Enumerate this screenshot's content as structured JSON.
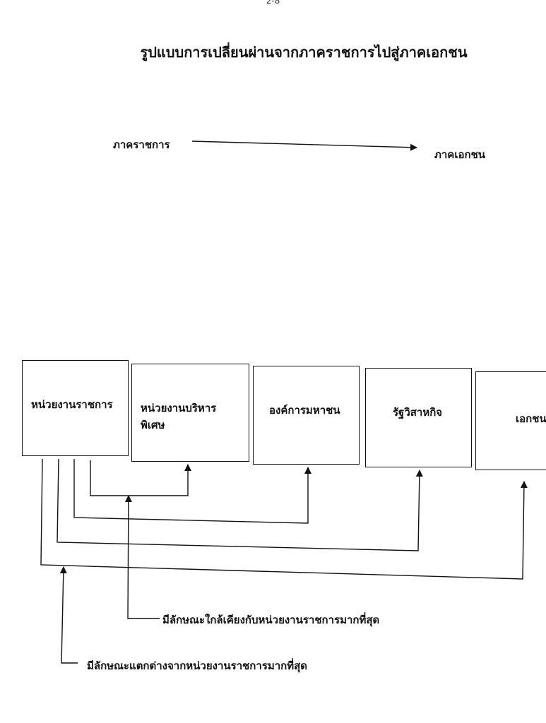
{
  "page_number": "2-8",
  "title": "รูปแบบการเปลี่ยนผ่านจากภาคราชการไปสู่ภาคเอกชน",
  "spectrum": {
    "from_label": "ภาคราชการ",
    "to_label": "ภาคเอกชน"
  },
  "boxes": [
    {
      "label": "หน่วยงานราชการ"
    },
    {
      "label": "หน่วยงานบริหารพิเศษ"
    },
    {
      "label": "องค์การมหาชน"
    },
    {
      "label": "รัฐวิสาหกิจ"
    },
    {
      "label": "เอกชน"
    }
  ],
  "notes": {
    "closest": "มีลักษณะใกล้เคียงกับหน่วยงานราชการมากที่สุด",
    "most_different": "มีลักษณะแตกต่างจากหน่วยงานราชการมากที่สุด"
  }
}
